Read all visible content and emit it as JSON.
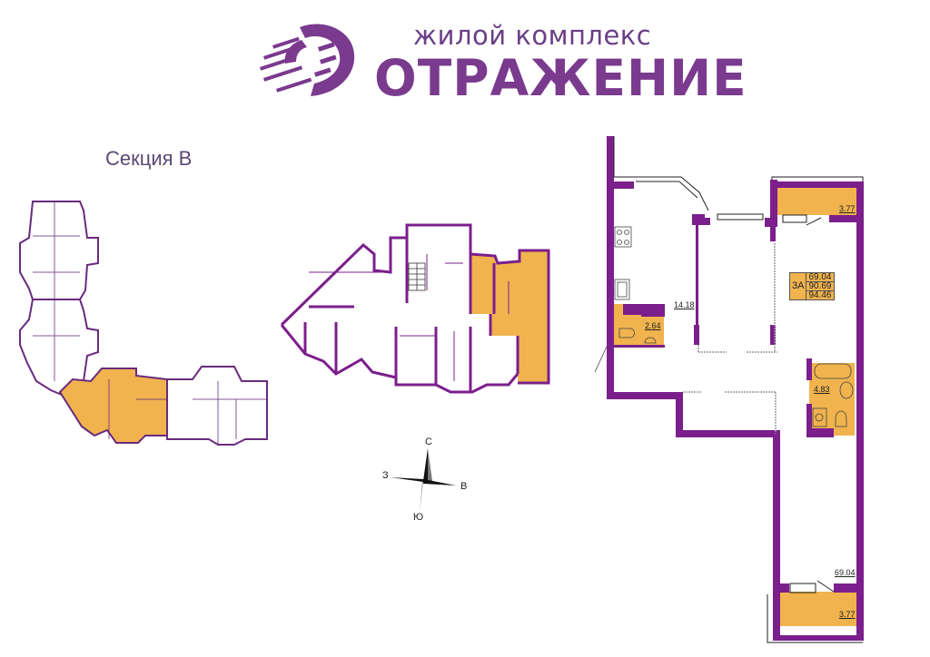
{
  "header": {
    "subtitle": "жилой комплекс",
    "title": "ОТРАЖЕНИЕ"
  },
  "section": {
    "title": "Секция В"
  },
  "compass": {
    "north": "С",
    "south": "Ю",
    "east": "В",
    "west": "З"
  },
  "apartment": {
    "type": "3А",
    "living_area": "69.04",
    "total_area": "90.69",
    "total_area_with_balcony": "94.46"
  },
  "rooms": {
    "kitchen": "14.18",
    "wc": "2.64",
    "balcony_top": "3.77",
    "bathroom": "4.83",
    "living": "69.04",
    "balcony_bottom": "3.77"
  },
  "colors": {
    "brand_purple": "#7a3a8e",
    "wall_purple": "#7b1f8c",
    "highlight_orange": "#f0b34e"
  }
}
